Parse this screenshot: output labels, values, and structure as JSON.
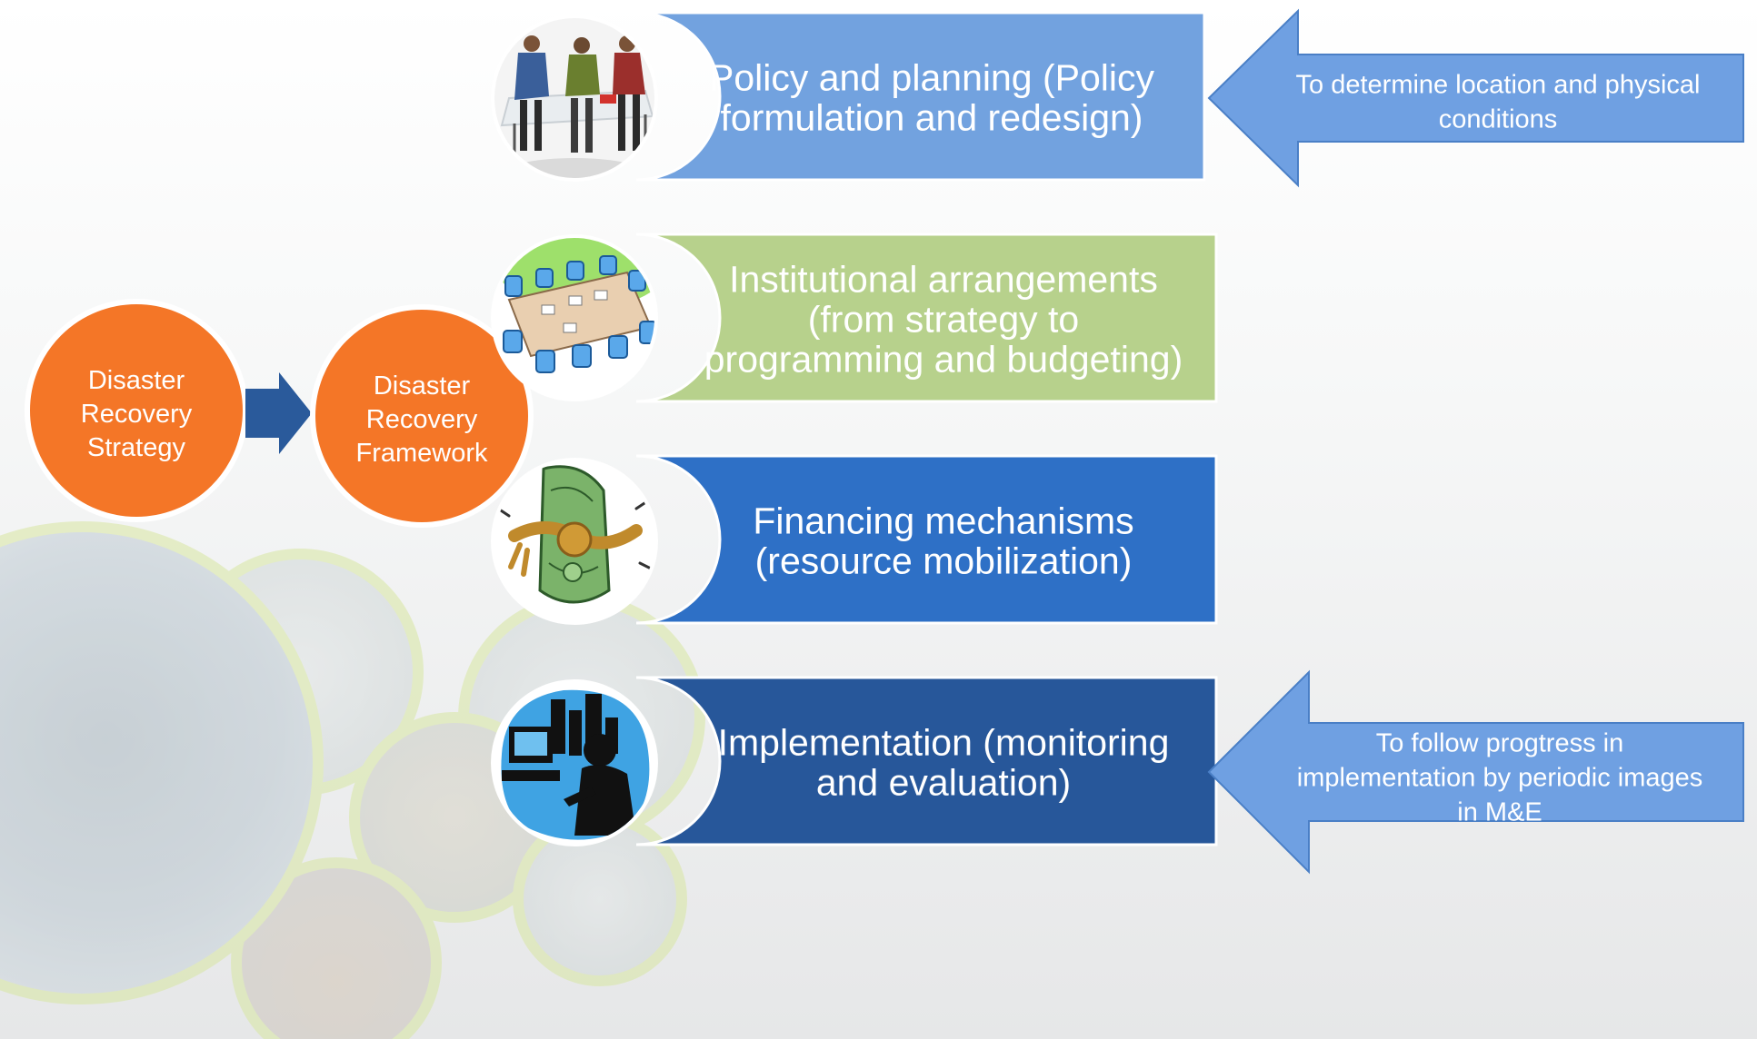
{
  "left_circles": [
    {
      "lines": [
        "Disaster",
        "Recovery",
        "Strategy"
      ]
    },
    {
      "lines": [
        "Disaster",
        "Recovery",
        "Framework"
      ]
    }
  ],
  "stages": [
    {
      "lines": [
        "Policy and planning (Policy",
        "formulation and redesign)"
      ],
      "color": "#72A2DF",
      "icon": "people-meeting-icon"
    },
    {
      "lines": [
        "Institutional arrangements",
        "(from strategy to",
        "programming and budgeting)"
      ],
      "color": "#B7D18C",
      "icon": "conference-table-icon"
    },
    {
      "lines": [
        "Financing mechanisms",
        "(resource mobilization)"
      ],
      "color": "#2E70C6",
      "icon": "money-knot-icon"
    },
    {
      "lines": [
        "Implementation (monitoring",
        "and evaluation)"
      ],
      "color": "#27579A",
      "icon": "computer-worker-icon"
    }
  ],
  "callouts": [
    {
      "lines": [
        "To determine location and physical",
        "conditions"
      ]
    },
    {
      "lines": [
        "To  follow progtress in",
        "implementation by periodic images",
        "in M&E"
      ]
    }
  ],
  "colors": {
    "orange": "#F47627",
    "connector_arrow": "#2A5A9B",
    "callout_fill": "#6FA0E2"
  }
}
